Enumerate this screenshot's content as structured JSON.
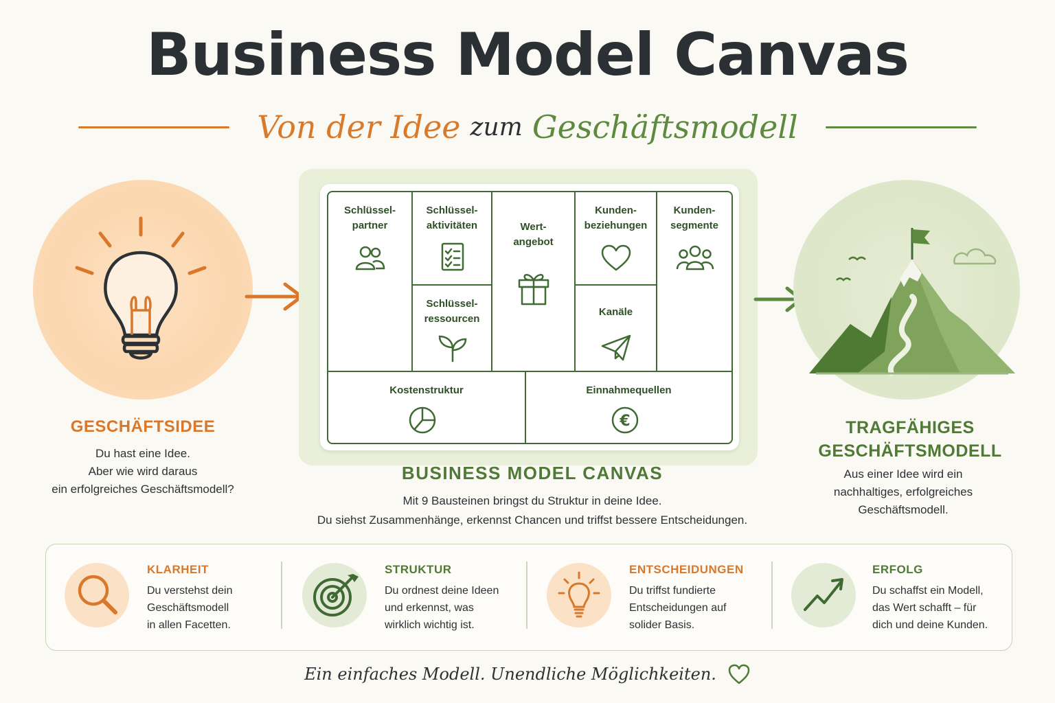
{
  "header": {
    "title": "Business Model Canvas",
    "subtitle_part1": "Von der Idee",
    "subtitle_part2": "zum",
    "subtitle_part3": "Geschäftsmodell"
  },
  "idea": {
    "heading": "GESCHÄFTSIDEE",
    "lines": [
      "Du hast eine Idee.",
      "Aber wie wird daraus",
      "ein erfolgreiches Geschäftsmodell?"
    ],
    "icon": "lightbulb-icon"
  },
  "canvas": {
    "blocks": {
      "key_partners": [
        "Schlüssel-",
        "partner"
      ],
      "key_activities": [
        "Schlüssel-",
        "aktivitäten"
      ],
      "key_resources": [
        "Schlüssel-",
        "ressourcen"
      ],
      "value_proposition": [
        "Wert-",
        "angebot"
      ],
      "customer_relationships": [
        "Kunden-",
        "beziehungen"
      ],
      "channels": [
        "Kanäle"
      ],
      "customer_segments": [
        "Kunden-",
        "segmente"
      ],
      "cost_structure": [
        "Kostenstruktur"
      ],
      "revenue_streams": [
        "Einnahmequellen"
      ]
    },
    "heading": "BUSINESS MODEL CANVAS",
    "lines": [
      "Mit 9 Bausteinen bringst du Struktur in deine Idee.",
      "Du siehst Zusammenhänge, erkennst Chancen und triffst bessere Entscheidungen."
    ]
  },
  "goal": {
    "heading_lines": [
      "TRAGFÄHIGES",
      "GESCHÄFTSMODELL"
    ],
    "lines": [
      "Aus einer Idee wird ein",
      "nachhaltiges, erfolgreiches",
      "Geschäftsmodell."
    ],
    "icon": "mountain-flag-icon"
  },
  "benefits": [
    {
      "title": "KLARHEIT",
      "lines": [
        "Du verstehst dein",
        "Geschäftsmodell",
        "in allen Facetten."
      ],
      "icon": "magnifier-icon"
    },
    {
      "title": "STRUKTUR",
      "lines": [
        "Du ordnest deine Ideen",
        "und erkennst, was",
        "wirklich wichtig ist."
      ],
      "icon": "target-icon"
    },
    {
      "title": "ENTSCHEIDUNGEN",
      "lines": [
        "Du triffst fundierte",
        "Entscheidungen auf",
        "solider Basis."
      ],
      "icon": "lightbulb-icon"
    },
    {
      "title": "ERFOLG",
      "lines": [
        "Du schaffst ein Modell,",
        "das Wert schafft – für",
        "dich und deine Kunden."
      ],
      "icon": "trend-up-icon"
    }
  ],
  "footer": {
    "text": "Ein einfaches Modell. Unendliche Möglichkeiten.",
    "icon": "heart-icon"
  },
  "colors": {
    "orange": "#d9772a",
    "green": "#4f7a35",
    "dark": "#2c3135",
    "canvas_line": "#3f6a33"
  }
}
